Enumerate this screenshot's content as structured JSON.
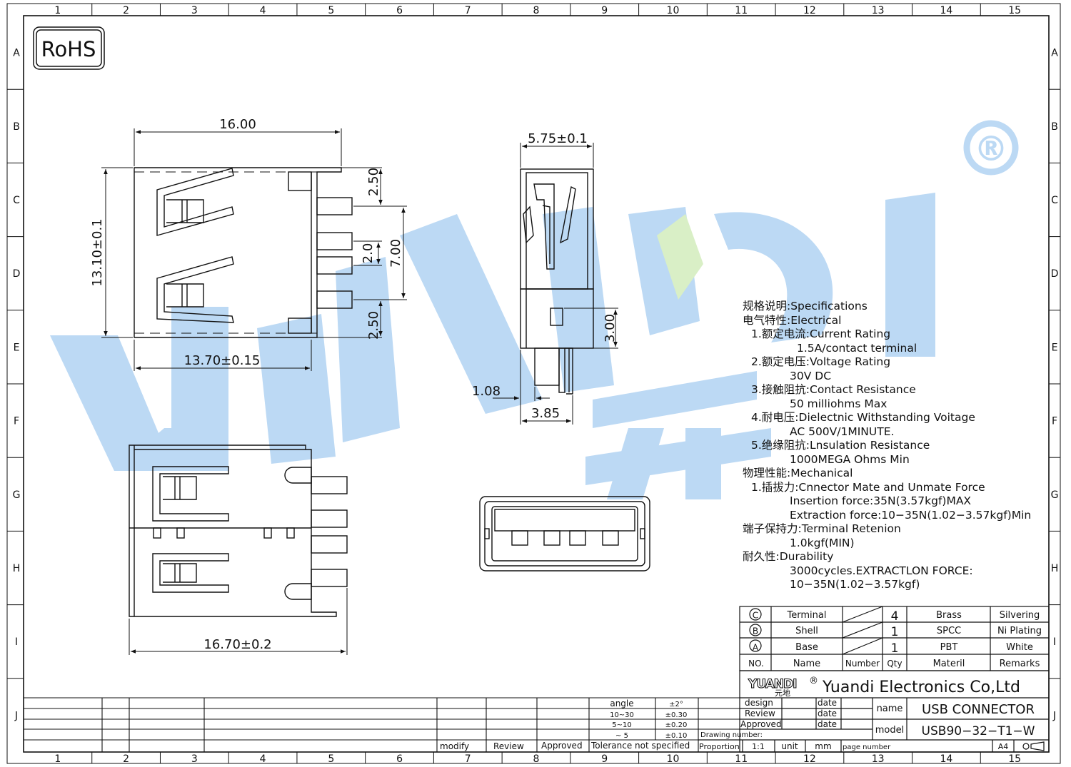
{
  "colors": {
    "line": "#111111",
    "watermark": "#bcd9f4",
    "watermark_green": "#d9efc6"
  },
  "border": {
    "columns": [
      "1",
      "2",
      "3",
      "4",
      "5",
      "6",
      "7",
      "8",
      "9",
      "10",
      "11",
      "12",
      "13",
      "14",
      "15"
    ],
    "rows": [
      "A",
      "B",
      "C",
      "D",
      "E",
      "F",
      "G",
      "H",
      "I",
      "J"
    ]
  },
  "rohs": "RoHS",
  "watermark": {
    "text": "YUANDI",
    "registered": "®",
    "cn": "元地"
  },
  "dims": {
    "top_width": "16.00",
    "height": "13.10±0.1",
    "inner_width": "13.70±0.15",
    "pin_top": "2.50",
    "pin_mid": "2.0",
    "pin_span": "7.00",
    "pin_bottom": "2.50",
    "side_width": "5.75±0.1",
    "side_h": "3.00",
    "side_offset": "1.08",
    "side_base": "3.85",
    "bottom_width": "16.70±0.2"
  },
  "specs": [
    {
      "text": "规格说明:Specifications",
      "indent": 0
    },
    {
      "text": "电气特性:Electrical",
      "indent": 0
    },
    {
      "text": "1.额定电流:Current  Rating",
      "indent": 1
    },
    {
      "text": "1.5A/contact  terminal",
      "indent": 2
    },
    {
      "text": "2.额定电压:Voltage  Rating",
      "indent": 1
    },
    {
      "text": "30V  DC",
      "indent": 3
    },
    {
      "text": "3.接触阻抗:Contact  Resistance",
      "indent": 1
    },
    {
      "text": "50  milliohms  Max",
      "indent": 3
    },
    {
      "text": "4.耐电压:Dielectnic  Withstanding  Voitage",
      "indent": 1
    },
    {
      "text": "AC  500V/1MINUTE.",
      "indent": 3
    },
    {
      "text": "5.绝缘阻抗:Lnsulation  Resistance",
      "indent": 1
    },
    {
      "text": "1000MEGA  Ohms  Min",
      "indent": 3
    },
    {
      "text": "物理性能:Mechanical",
      "indent": 0
    },
    {
      "text": "1.插拔力:Cnnector  Mate  and  Unmate  Force",
      "indent": 1
    },
    {
      "text": "Insertion  force:35N(3.57kgf)MAX",
      "indent": 3
    },
    {
      "text": "Extraction  force:10−35N(1.02−3.57kgf)Min",
      "indent": 3
    },
    {
      "text": "端子保持力:Terminal  Retenion",
      "indent": 0
    },
    {
      "text": "1.0kgf(MIN)",
      "indent": 3
    },
    {
      "text": "耐久性:Durability",
      "indent": 0
    },
    {
      "text": "3000cycles.EXTRACTLON  FORCE:",
      "indent": 3
    },
    {
      "text": "10−35N(1.02−3.57kgf)",
      "indent": 3
    }
  ],
  "bom": {
    "rows": [
      {
        "no": "C",
        "name": "Terminal",
        "qty": "4",
        "material": "Brass",
        "remark": "Silvering"
      },
      {
        "no": "B",
        "name": "Shell",
        "qty": "1",
        "material": "SPCC",
        "remark": "Ni  Plating"
      },
      {
        "no": "A",
        "name": "Base",
        "qty": "1",
        "material": "PBT",
        "remark": "White"
      }
    ],
    "header": {
      "no": "NO.",
      "name": "Name",
      "number": "Number",
      "qty": "Qty",
      "material": "Materil",
      "remark": "Remarks"
    }
  },
  "title_block": {
    "logo": "YUANDI",
    "logo_reg": "®",
    "logo_cn": "元地",
    "company": "Yuandi Electronics Co,Ltd",
    "design": "design",
    "review": "Review",
    "approved": "Approved",
    "date": "date",
    "name_label": "name",
    "name_value": "USB  CONNECTOR",
    "model_label": "model",
    "model_value": "USB90−32−T1−W",
    "drawing_number": "Drawing number:",
    "proportion": "Proportion",
    "scale": "1:1",
    "unit": "unit",
    "mm": "mm",
    "page_number": "page number",
    "sheet": "A4"
  },
  "tolerance": {
    "rows": [
      [
        "angle",
        "±2°"
      ],
      [
        "10~30",
        "±0.30"
      ],
      [
        "5~10",
        "±0.20"
      ],
      [
        "~ 5",
        "±0.10"
      ]
    ],
    "footer": "Tolerance  not  specified"
  },
  "revision": {
    "modify": "modify",
    "review": "Review",
    "approved": "Approved"
  }
}
